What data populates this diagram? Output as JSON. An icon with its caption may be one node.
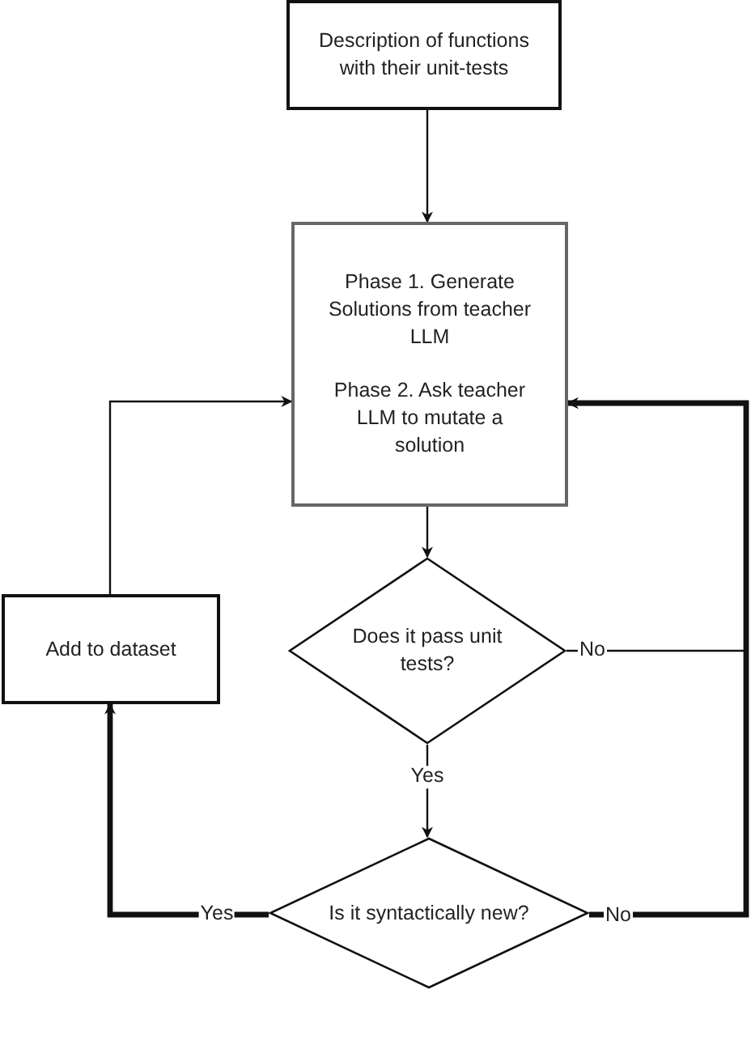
{
  "diagram": {
    "nodes": [
      {
        "text": [
          "Description of functions with their unit-tests"
        ]
      },
      {
        "text": [
          "Phase 1. Generate Solutions from teacher LLM",
          "Phase 2. Ask teacher LLM to mutate a solution"
        ]
      },
      {
        "text": [
          "Does it pass unit tests?"
        ]
      },
      {
        "text": [
          "Add to dataset"
        ]
      },
      {
        "text": [
          "Is it syntactically new?"
        ]
      }
    ],
    "edges": [
      {
        "from": 0,
        "to": 1,
        "arrow": "to"
      },
      {
        "from": 1,
        "to": 2,
        "arrow": "to"
      },
      {
        "from": 2,
        "to": 4,
        "arrow": "to",
        "label": "Yes"
      },
      {
        "from": 2,
        "to": 1,
        "arrow": "to",
        "label": "No"
      },
      {
        "from": 4,
        "to": 1,
        "arrow": "to",
        "label": "No",
        "style": "thick"
      },
      {
        "from": 4,
        "to": 3,
        "arrow": "to",
        "label": "Yes",
        "style": "thick"
      },
      {
        "from": 3,
        "to": 1,
        "arrow": "to"
      }
    ]
  }
}
